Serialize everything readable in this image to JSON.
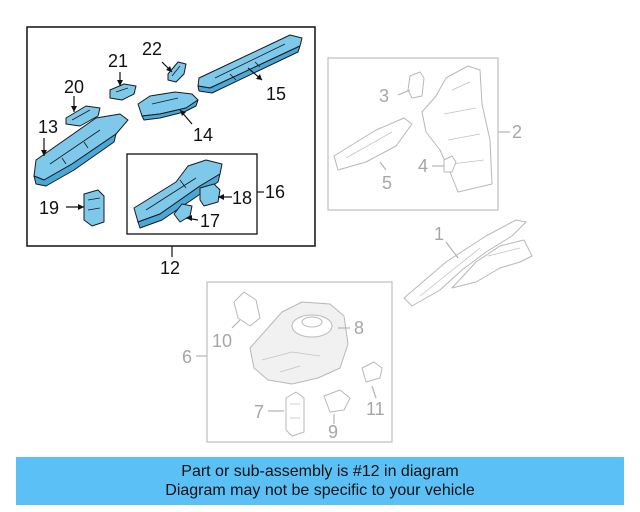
{
  "callouts": {
    "c1": "1",
    "c2": "2",
    "c3": "3",
    "c4": "4",
    "c5": "5",
    "c6": "6",
    "c7": "7",
    "c8": "8",
    "c9": "9",
    "c10": "10",
    "c11": "11",
    "c12": "12",
    "c13": "13",
    "c14": "14",
    "c15": "15",
    "c16": "16",
    "c17": "17",
    "c18": "18",
    "c19": "19",
    "c20": "20",
    "c21": "21",
    "c22": "22"
  },
  "colors": {
    "highlight_part": "#7ec8ea",
    "banner_background": "#5bc0f5",
    "inactive_part_outline": "#b8b8b8"
  },
  "banner": {
    "line1": "Part or sub-assembly is #12 in diagram",
    "line2": "Diagram may not be specific to your vehicle"
  }
}
